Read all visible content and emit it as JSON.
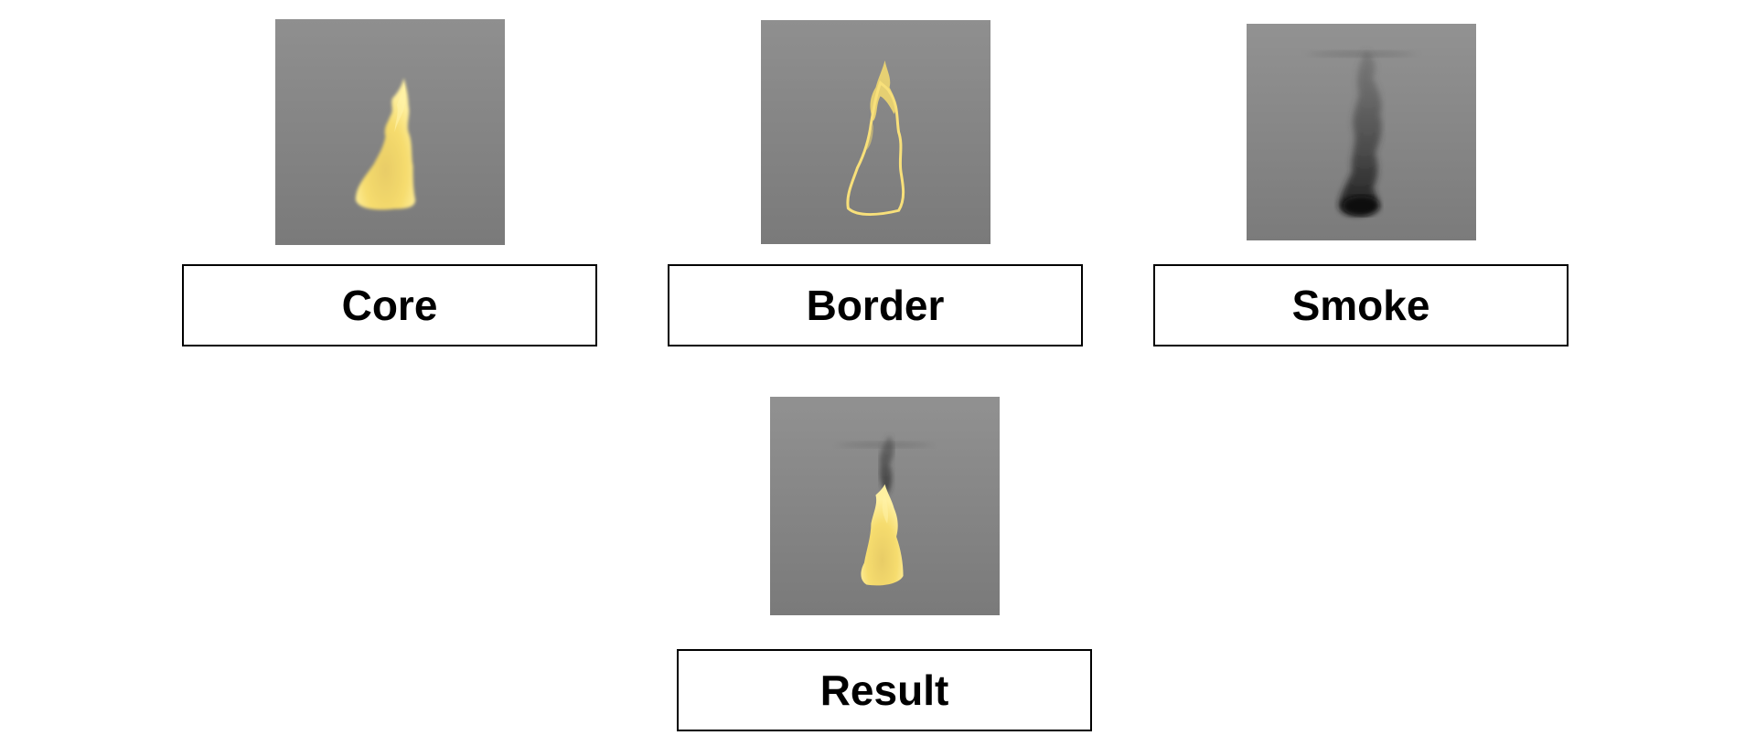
{
  "panels": {
    "core": {
      "label": "Core"
    },
    "border": {
      "label": "Border"
    },
    "smoke": {
      "label": "Smoke"
    },
    "result": {
      "label": "Result"
    }
  },
  "colors": {
    "render_background": "#808080",
    "flame_fill": "#f6dc6e",
    "flame_highlight": "#fff3a8",
    "smoke": "#1a1a1a"
  }
}
